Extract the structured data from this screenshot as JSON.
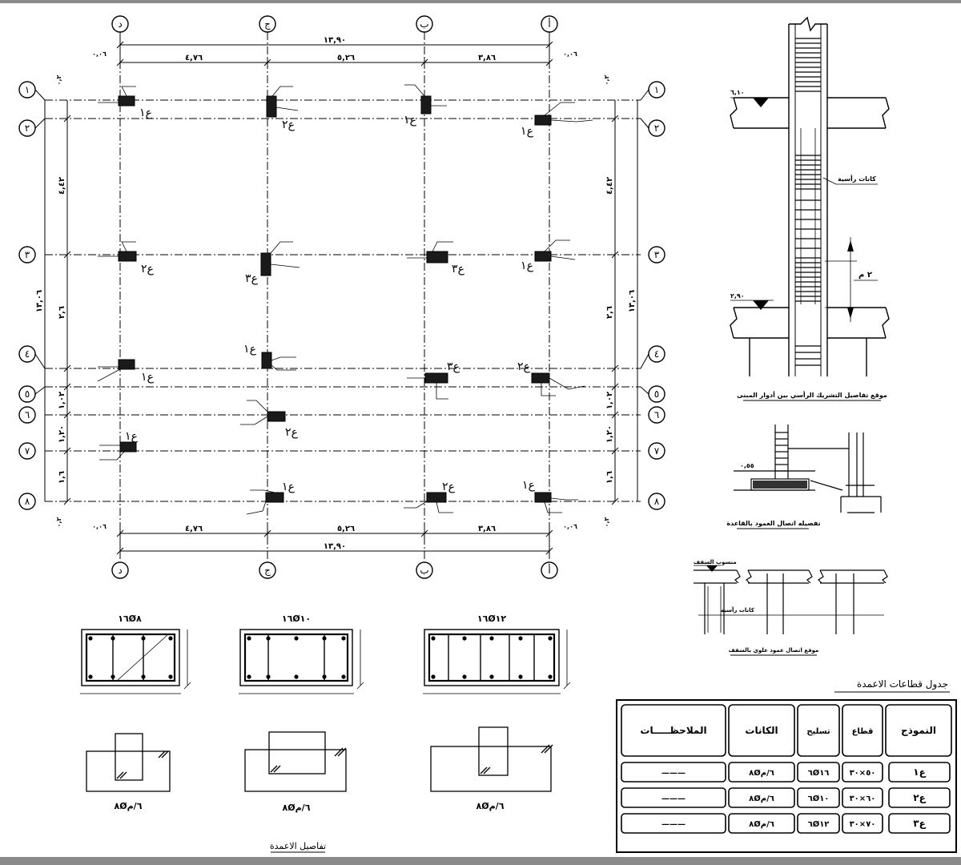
{
  "grid": {
    "axis_labels": [
      "د",
      "ج",
      "ب",
      "أ"
    ],
    "row_labels": [
      "١",
      "٢",
      "٣",
      "٤",
      "٥",
      "٦",
      "٧",
      "٨"
    ]
  },
  "dimensions": {
    "total_horizontal": "١٣,٩٠",
    "horizontal_spans": [
      "٤,٧٦",
      "٥,٢٦",
      "٣,٨٦"
    ],
    "edge_offset": "٠,٠٦",
    "vertical_total": "١٣,٠٦",
    "vertical_spans": [
      "٤,٤٢",
      "٢,٦",
      "١,٠٢",
      "١,٢٠",
      "١,٦"
    ],
    "edge_small": "٠,٢"
  },
  "columns": {
    "labels": {
      "c1": "ع١",
      "c2": "ع٢",
      "c3": "ع٣"
    }
  },
  "sections": [
    {
      "title": "١٦Ø٨",
      "note": "٨Ø٦/م"
    },
    {
      "title": "١٦Ø١٠",
      "note": "٨Ø٦/م"
    },
    {
      "title": "١٦Ø١٢",
      "note": "٨Ø٦/م"
    }
  ],
  "details": {
    "title": "تفاصيل الاعمدة",
    "elevation_caption": "موقع تفاصيل التشريك الرأسي بين أدوار المبنى",
    "level_top": "٦,١٠",
    "level_bottom": "٢,٩٠",
    "stirrup_label": "كانات رأسية",
    "dim_label": "٢ م",
    "footing_label": "٠,٥٥",
    "footing_caption": "تفصيله اتصال العمود بالقاعدة",
    "slab_label": "منسوب السقف",
    "slab_caption": "موقع اتصال عمود علوي بالسقف",
    "slab_bar": "كانات رأسية"
  },
  "table": {
    "title": "جدول قطاعات الاعمدة",
    "headers": {
      "model": "النموذج",
      "section": "قطاع",
      "rebar": "تسليح",
      "stirrups": "الكانات",
      "notes": "الملاحظـــــات"
    },
    "rows": [
      {
        "model": "ع١",
        "section": "٥٠×٣٠",
        "rebar": "٦Ø١٦",
        "stirrups": "٨Ø٦/م",
        "notes": "———"
      },
      {
        "model": "ع٢",
        "section": "٦٠×٣٠",
        "rebar": "٦Ø١٠",
        "stirrups": "٨Ø٦/م",
        "notes": "———"
      },
      {
        "model": "ع٣",
        "section": "٧٠×٣٠",
        "rebar": "٦Ø١٢",
        "stirrups": "٨Ø٦/م",
        "notes": "———"
      }
    ]
  }
}
